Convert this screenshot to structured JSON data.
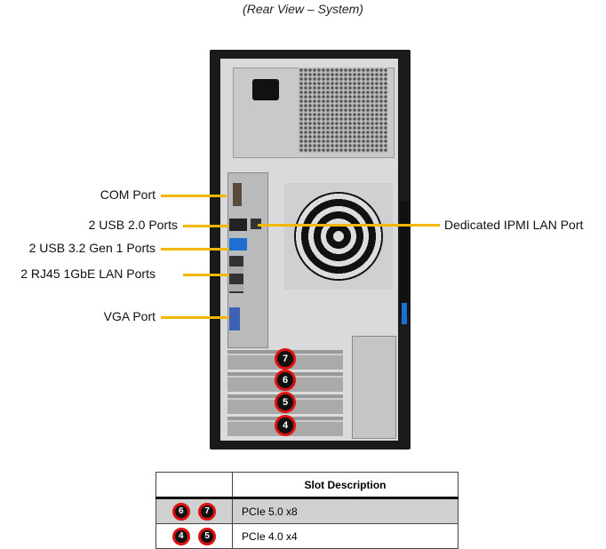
{
  "caption": "(Rear View – System)",
  "callouts": {
    "com": "COM Port",
    "usb2": "2 USB 2.0 Ports",
    "usb3": "2 USB 3.2 Gen 1 Ports",
    "lan": "2 RJ45 1GbE LAN Ports",
    "vga": "VGA Port",
    "ipmi": "Dedicated IPMI LAN Port"
  },
  "slots": [
    "7",
    "6",
    "5",
    "4"
  ],
  "table": {
    "header": "Slot Description",
    "rows": [
      {
        "slots": [
          "6",
          "7"
        ],
        "desc": "PCIe 5.0 x8"
      },
      {
        "slots": [
          "4",
          "5"
        ],
        "desc": "PCIe 4.0 x4"
      }
    ]
  },
  "colors": {
    "callout_line": "#f2b705",
    "badge_ring": "#e01010"
  }
}
